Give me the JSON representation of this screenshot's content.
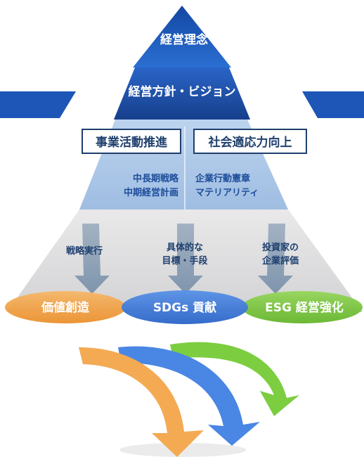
{
  "pyramid": {
    "apex_label": "経営理念",
    "band_label": "経営方針・ビジョン",
    "left_box_label": "事業活動推進",
    "right_box_label": "社会適応力向上",
    "left_mid": [
      "中長期戦略",
      "中期経営計画"
    ],
    "right_mid": [
      "企業行動憲章",
      "マテリアリティ"
    ]
  },
  "arrows": {
    "left": "戦略実行",
    "center": [
      "具体的な",
      "目標・手段"
    ],
    "right": [
      "投資家の",
      "企業評価"
    ]
  },
  "ovals": [
    {
      "label": "価値創造",
      "color": "#f0a14a"
    },
    {
      "label": "SDGs 貢献",
      "color": "#3d77d6"
    },
    {
      "label": "ESG 経営強化",
      "color": "#7fc63a"
    }
  ],
  "colors": {
    "apex": "#1a55b2",
    "band": "#1d4ea3",
    "light_blue": "#a9c7e6",
    "grey": "#dedede",
    "swoosh_orange": "#f4a63f",
    "swoosh_blue": "#4a86e3",
    "swoosh_green": "#74cc3a"
  }
}
